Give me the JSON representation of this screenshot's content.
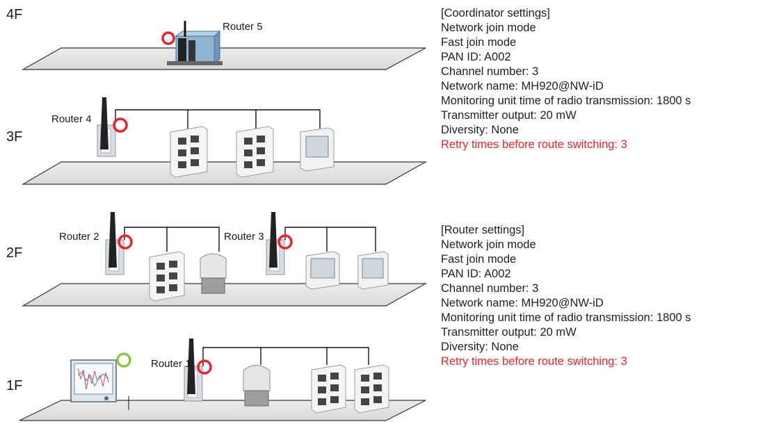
{
  "floors": [
    {
      "label": "4F"
    },
    {
      "label": "3F"
    },
    {
      "label": "2F"
    },
    {
      "label": "1F"
    }
  ],
  "routers": [
    {
      "label": "Router 5"
    },
    {
      "label": "Router 4"
    },
    {
      "label": "Router 2"
    },
    {
      "label": "Router 3"
    },
    {
      "label": "Router 1"
    }
  ],
  "coordinator_settings": {
    "heading": "[Coordinator settings]",
    "lines": [
      "Network join mode",
      "Fast join mode",
      "PAN ID: A002",
      "Channel number: 3",
      "Network name: MH920@NW-iD",
      "Monitoring unit time of radio transmission: 1800 s",
      "Transmitter output: 20 mW",
      "Diversity: None"
    ],
    "highlight": "Retry times before route switching: 3"
  },
  "router_settings": {
    "heading": "[Router settings]",
    "lines": [
      "Network join mode",
      "Fast join mode",
      "PAN ID: A002",
      "Channel number: 3",
      "Network name: MH920@NW-iD",
      "Monitoring unit time of radio transmission: 1800 s",
      "Transmitter output: 20 mW",
      "Diversity: None"
    ],
    "highlight": "Retry times before route switching: 3"
  },
  "colors": {
    "router_marker": "#e8232a",
    "coordinator_marker": "#8dc63f",
    "highlight_text": "#e8232a",
    "floor_fill": "#e3e3e3"
  }
}
